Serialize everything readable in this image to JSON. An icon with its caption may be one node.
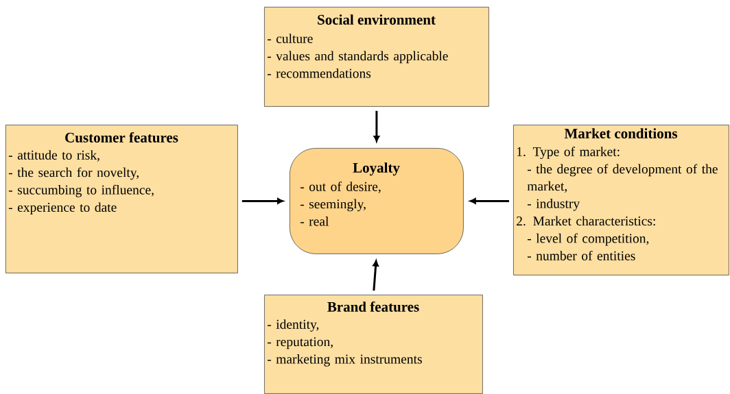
{
  "diagram": {
    "nodes": [
      {
        "text": [
          "Social environment",
          "- culture",
          "- values and standards applicable",
          "- recommendations"
        ]
      },
      {
        "text": [
          "Customer features",
          "- attitude to risk,",
          "- the search for novelty,",
          "- succumbing to influence,",
          "- experience to date"
        ]
      },
      {
        "text": [
          "Loyalty",
          "- out of desire,",
          "- seemingly,",
          "- real"
        ]
      },
      {
        "text": [
          "Market conditions",
          "1. Type of market:",
          "- the degree of development of the market,",
          "- industry",
          "2. Market characteristics:",
          "- level of competition,",
          "- number of entities"
        ]
      },
      {
        "text": [
          "Brand features",
          "- identity,",
          "- reputation,",
          "- marketing mix instruments"
        ]
      }
    ],
    "edges": [
      {
        "from": 0,
        "to": 2,
        "arrow": "to"
      },
      {
        "from": 1,
        "to": 2,
        "arrow": "to"
      },
      {
        "from": 3,
        "to": 2,
        "arrow": "to"
      },
      {
        "from": 4,
        "to": 2,
        "arrow": "to"
      }
    ]
  }
}
